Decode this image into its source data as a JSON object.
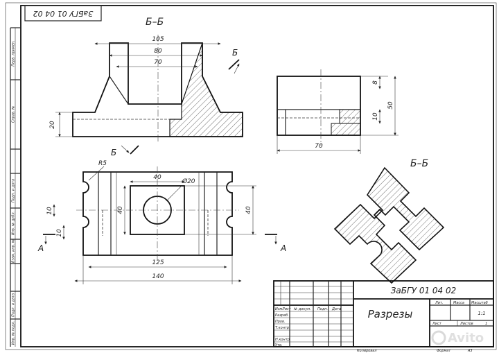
{
  "drawing": {
    "stamp_rotated": "ЗаБГУ 01 04 02",
    "section_title": "Б–Б",
    "section_title_iso": "Б–Б",
    "cut_letter_b": "Б",
    "cut_letter_a": "А",
    "dims_front": {
      "overall": "105",
      "inner": "80",
      "slot": "70",
      "height": "20"
    },
    "dims_side": {
      "top": "8",
      "total": "50",
      "low": "10",
      "width": "70"
    },
    "dims_top": {
      "radius": "R5",
      "hole": "Ø20",
      "square": "40",
      "side_left": "40",
      "side_right": "40",
      "small_a": "10",
      "small_b": "10",
      "inner": "125",
      "overall": "140"
    },
    "left_strip": [
      "Перв. примен.",
      "Справ. №",
      "Подп. и дата",
      "Инв. № дубл.",
      "Взам. инв. №",
      "Подп. и дата",
      "Инв. № подл."
    ]
  },
  "title_block": {
    "designation": "ЗаБГУ 01 04 02",
    "name": "Разрезы",
    "col_headers": [
      "Изм",
      "Лист",
      "№ докум.",
      "Подп.",
      "Дата"
    ],
    "row_labels": [
      "Разраб.",
      "Пров.",
      "Т.контр.",
      "",
      "Н.контр.",
      "Утв."
    ],
    "lit_label": "Лит.",
    "mass_label": "Масса",
    "scale_label": "Масштаб",
    "scale_value": "1:1",
    "sheet_label": "Лист",
    "sheets_label": "Листов",
    "sheets_value": "1",
    "copied_label": "Копировал",
    "format_label": "Формат",
    "format_value": "А3"
  },
  "watermark": "Avito"
}
